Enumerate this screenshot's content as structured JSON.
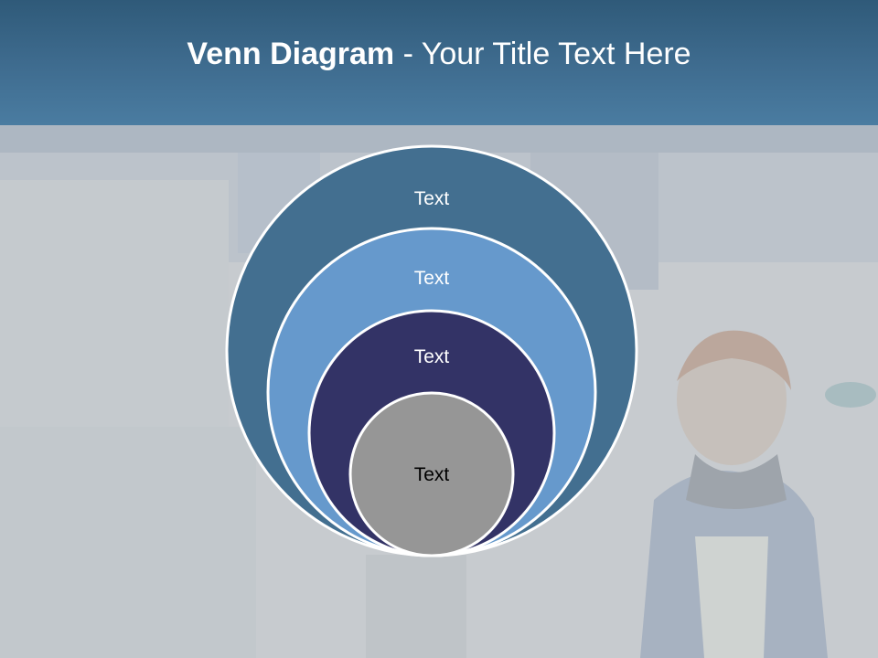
{
  "slide": {
    "title_bold": "Venn Diagram",
    "title_rest": " - Your Title Text Here"
  },
  "diagram": {
    "type": "nested-circles",
    "levels": [
      {
        "label": "Text",
        "color": "#436f90"
      },
      {
        "label": "Text",
        "color": "#6699cc"
      },
      {
        "label": "Text",
        "color": "#333366"
      },
      {
        "label": "Text",
        "color": "#969696"
      }
    ],
    "outline_color": "#ffffff"
  },
  "colors": {
    "header": "#3e6b8e",
    "background": "#c9cdd0"
  }
}
